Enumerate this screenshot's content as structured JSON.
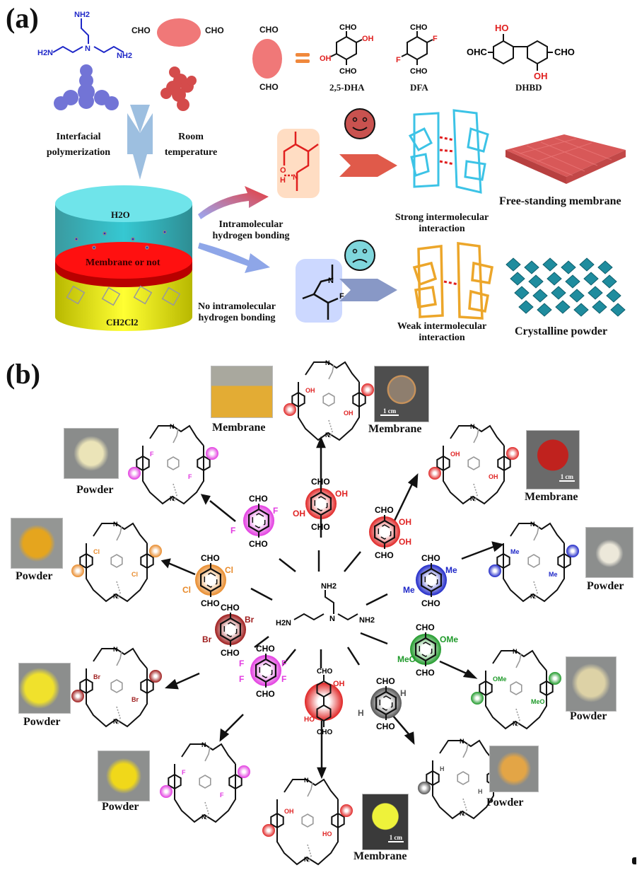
{
  "panel_a": {
    "label": "(a)",
    "amine": {
      "atoms": [
        "NH2",
        "H2N",
        "N",
        "NH2"
      ],
      "color": "#1f28c8"
    },
    "aldehyde_generic": {
      "left": "CHO",
      "right": "CHO",
      "top": "CHO",
      "bottom": "CHO"
    },
    "equals_sign": "=",
    "aldehydes": [
      {
        "name": "2,5-DHA",
        "substituents": [
          "OH",
          "OH"
        ],
        "groups": [
          "CHO",
          "CHO"
        ]
      },
      {
        "name": "DFA",
        "substituents": [
          "F",
          "F"
        ],
        "groups": [
          "CHO",
          "CHO"
        ]
      },
      {
        "name": "DHBD",
        "substituents": [
          "HO",
          "OH"
        ],
        "groups": [
          "OHC",
          "CHO"
        ]
      }
    ],
    "conditions": {
      "left_line1": "Interfacial",
      "left_line2": "polymerization",
      "right_line1": "Room",
      "right_line2": "temperature"
    },
    "cylinder": {
      "top_label": "H2O",
      "middle_label": "Membrane or not",
      "bottom_label": "CH2Cl2"
    },
    "pathway_top": {
      "label_line1": "Intramolecular",
      "label_line2": "hydrogen bonding",
      "fragment_atoms": [
        "O",
        "H",
        "N"
      ],
      "face": "happy",
      "interaction_line1": "Strong intermolecular",
      "interaction_line2": "interaction",
      "result": "Free-standing membrane",
      "result_color": "#e8212a"
    },
    "pathway_bottom": {
      "label_line1": "No intramolecular",
      "label_line2": "hydrogen bonding",
      "fragment_atoms": [
        "N",
        "F"
      ],
      "face": "sad",
      "interaction_line1": "Weak intermolecular",
      "interaction_line2": "interaction",
      "result": "Crystalline powder"
    }
  },
  "panel_b": {
    "label": "(b)",
    "center_amine": {
      "atoms": [
        "NH2",
        "H2N",
        "N",
        "NH2"
      ]
    },
    "aldehydes": [
      {
        "id": "dha",
        "groups": [
          "CHO",
          "CHO"
        ],
        "substituents": [
          "OH",
          "OH"
        ],
        "color": "#e02525",
        "outcome": "Membrane",
        "photo": "vial-yellow"
      },
      {
        "id": "dha-23",
        "groups": [
          "CHO",
          "CHO"
        ],
        "substituents": [
          "OH",
          "OH"
        ],
        "color": "#e02525",
        "outcome": "Membrane",
        "photo": "red-membrane",
        "scale": "1 cm"
      },
      {
        "id": "dfa",
        "groups": [
          "CHO",
          "CHO"
        ],
        "substituents": [
          "F",
          "F"
        ],
        "color": "#e23be0",
        "outcome": "Powder",
        "photo": "pale-yellow-powder"
      },
      {
        "id": "dca",
        "groups": [
          "CHO",
          "CHO"
        ],
        "substituents": [
          "Cl",
          "Cl"
        ],
        "color": "#e88a2a",
        "outcome": "Powder",
        "photo": "orange-powder"
      },
      {
        "id": "dma",
        "groups": [
          "CHO",
          "CHO"
        ],
        "substituents": [
          "Me",
          "Me"
        ],
        "color": "#1f28c8",
        "outcome": "Powder",
        "photo": "white-powder"
      },
      {
        "id": "dba",
        "groups": [
          "CHO",
          "CHO"
        ],
        "substituents": [
          "Br",
          "Br"
        ],
        "color": "#9e1b1b",
        "outcome": "Powder",
        "photo": "yellow-powder"
      },
      {
        "id": "tfa",
        "groups": [
          "CHO",
          "CHO"
        ],
        "substituents": [
          "F",
          "F",
          "F",
          "F"
        ],
        "color": "#e23be0",
        "outcome": "Powder",
        "photo": "bright-yellow-powder"
      },
      {
        "id": "dmoa",
        "groups": [
          "CHO",
          "CHO"
        ],
        "substituents": [
          "OMe",
          "MeO"
        ],
        "color": "#1f9a2a",
        "outcome": "Powder",
        "photo": "beige-powder"
      },
      {
        "id": "ta",
        "groups": [
          "CHO",
          "CHO"
        ],
        "substituents": [
          "H",
          "H"
        ],
        "color": "#555555",
        "outcome": "Powder",
        "photo": "orange-yellow-powder"
      },
      {
        "id": "dhbd",
        "groups": [
          "CHO",
          "CHO"
        ],
        "substituents": [
          "OH",
          "HO"
        ],
        "color": "#e02525",
        "outcome": "Membrane",
        "photo": "yellow-membrane",
        "scale": "1 cm"
      }
    ],
    "cage_atoms": {
      "N": "N",
      "OH": "OH",
      "HO": "HO",
      "F": "F",
      "Cl": "Cl",
      "Br": "Br",
      "Me": "Me",
      "OMe": "OMe",
      "MeO": "MeO",
      "H": "H"
    },
    "scale_bar": "1 cm"
  }
}
